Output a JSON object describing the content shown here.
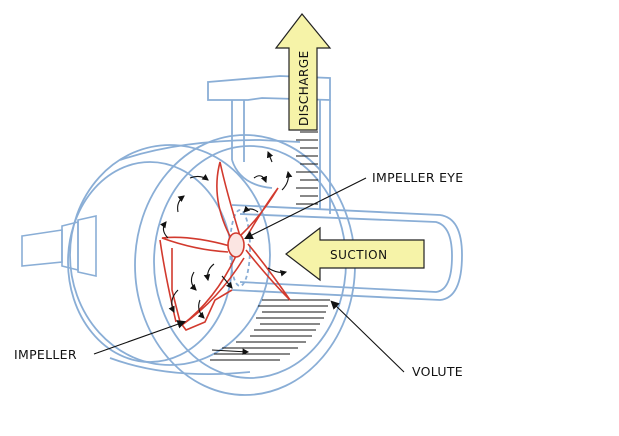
{
  "labels": {
    "discharge": "DISCHARGE",
    "suction": "SUCTION",
    "impeller_eye": "IMPELLER EYE",
    "impeller": "IMPELLER",
    "volute": "VOLUTE"
  },
  "colors": {
    "casing": "#8aaed6",
    "impeller": "#d23a2e",
    "flow_arrow_fill": "#f6f3a8",
    "leader": "#111111"
  }
}
